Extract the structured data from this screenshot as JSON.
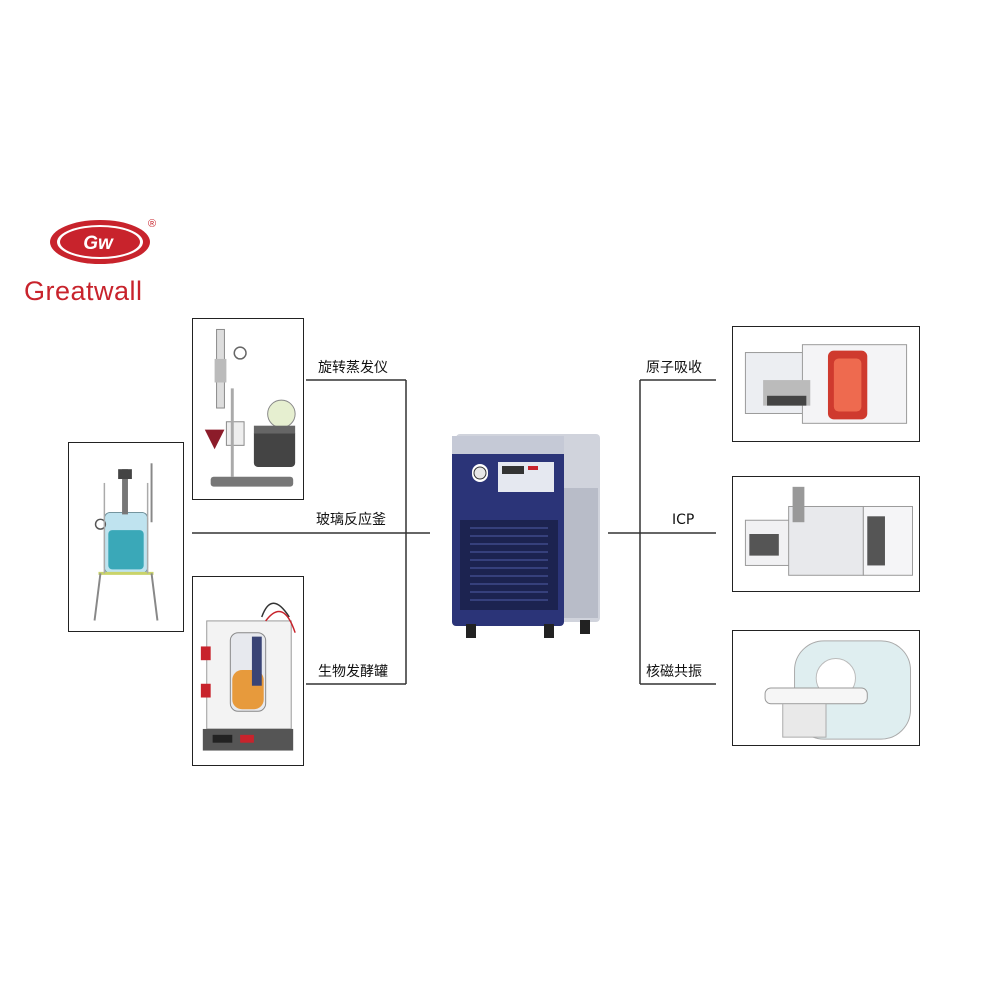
{
  "brand": {
    "mark": "Gw",
    "name": "Greatwall",
    "reg": "®",
    "color": "#c8232c"
  },
  "labels": {
    "rotary_evaporator": "旋转蒸发仪",
    "glass_reactor": "玻璃反应釜",
    "bio_fermenter": "生物发酵罐",
    "atomic_absorption": "原子吸收",
    "icp": "ICP",
    "nmr": "核磁共振"
  },
  "icons": {
    "center": "chiller-unit-icon",
    "left": [
      "glass-reactor-icon",
      "rotary-evaporator-icon",
      "fermenter-icon"
    ],
    "right": [
      "atomic-absorption-spectrometer-icon",
      "icp-spectrometer-icon",
      "mri-scanner-icon"
    ]
  },
  "colors": {
    "chiller_body": "#2b3478",
    "line": "#333333",
    "frame": "#222222"
  }
}
